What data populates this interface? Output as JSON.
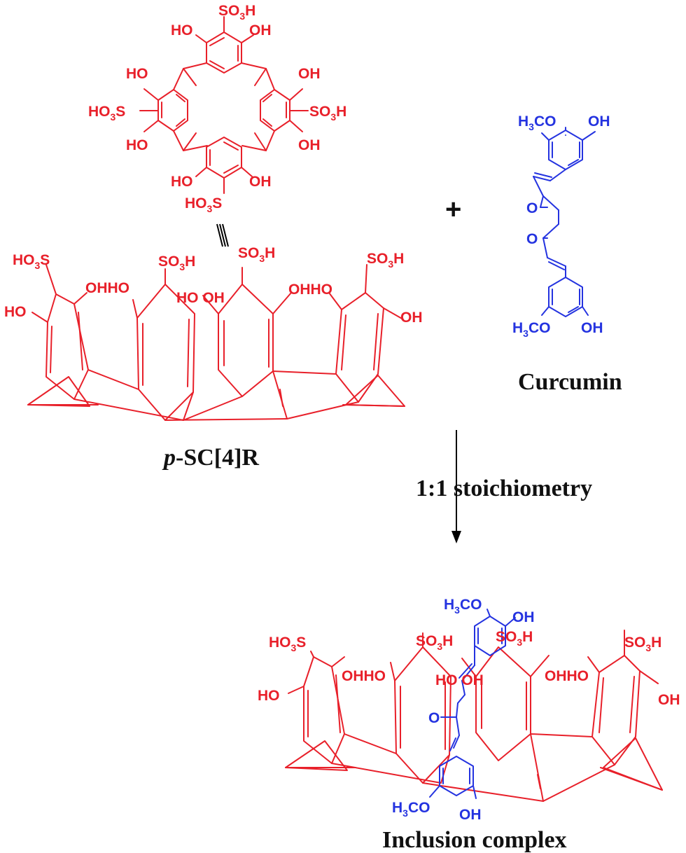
{
  "colors": {
    "host": "#e8202a",
    "guest": "#2433e0",
    "text": "#111111",
    "arrow": "#000000"
  },
  "labels": {
    "plus": "+",
    "equivalence": "≡",
    "curcumin_caption": "Curcumin",
    "host_caption_prefix": "p",
    "host_caption_rest": "-SC[4]R",
    "arrow_condition": "1:1 stoichiometry",
    "product_caption": "Inclusion complex"
  },
  "groups": {
    "oh": "OH",
    "ho": "HO",
    "so3h": "SO",
    "so3h_sub": "3",
    "so3h_tail": "H",
    "ho3s_a": "HO",
    "ho3s_sub": "3",
    "ho3s_b": "S",
    "h3co_a": "H",
    "h3co_sub": "3",
    "h3co_b": "CO",
    "carbonyl_o": "O",
    "ohho": "OHHO",
    "hooh": "HO OH",
    "ohho_sp": "OHHO"
  }
}
